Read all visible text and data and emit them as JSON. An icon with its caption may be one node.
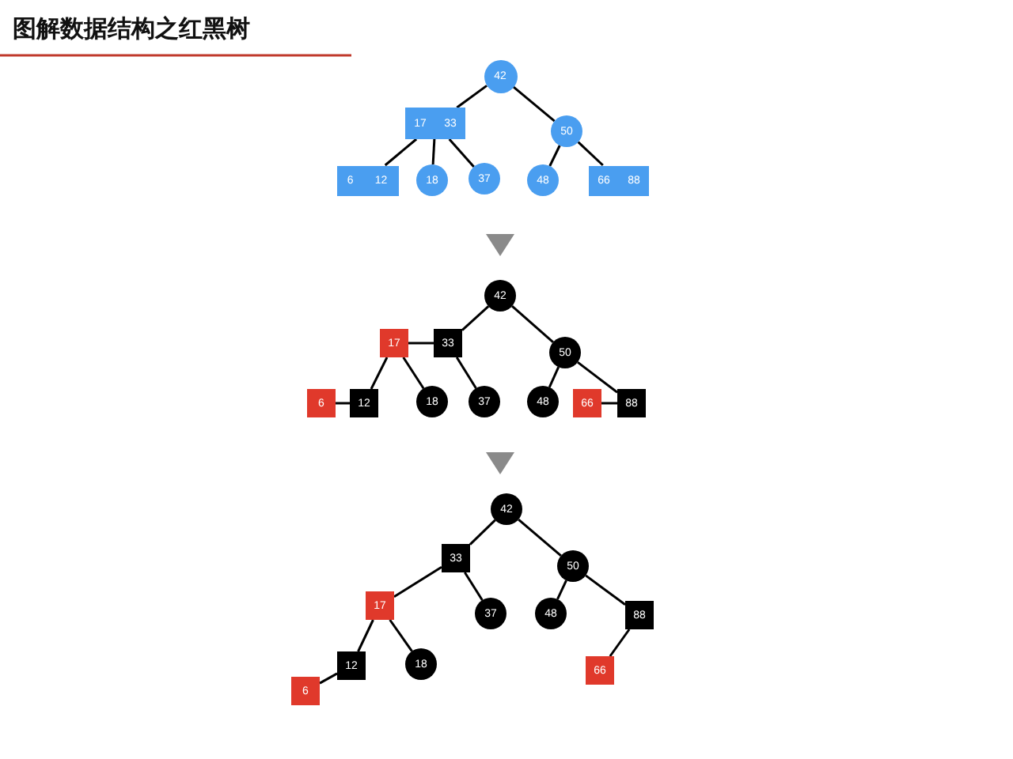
{
  "diagram": {
    "title": "图解数据结构之红黑树",
    "nodes": [
      {
        "text": [],
        "shape": "tree"
      },
      {
        "text": [
          "42"
        ],
        "in": 0
      },
      {
        "text": [
          "17",
          "33"
        ],
        "in": 0
      },
      {
        "text": [
          "50"
        ],
        "in": 0
      },
      {
        "text": [
          "6",
          "12"
        ],
        "in": 0
      },
      {
        "text": [
          "18"
        ],
        "in": 0
      },
      {
        "text": [
          "37"
        ],
        "in": 0
      },
      {
        "text": [
          "48"
        ],
        "in": 0
      },
      {
        "text": [
          "66",
          "88"
        ],
        "in": 0
      },
      {
        "text": [],
        "shape": "tree"
      },
      {
        "text": [
          "42"
        ],
        "in": 9
      },
      {
        "text": [
          "17"
        ],
        "in": 9
      },
      {
        "text": [
          "33"
        ],
        "in": 9
      },
      {
        "text": [
          "50"
        ],
        "in": 9
      },
      {
        "text": [
          "6"
        ],
        "in": 9
      },
      {
        "text": [
          "12"
        ],
        "in": 9
      },
      {
        "text": [
          "18"
        ],
        "in": 9
      },
      {
        "text": [
          "37"
        ],
        "in": 9
      },
      {
        "text": [
          "48"
        ],
        "in": 9
      },
      {
        "text": [
          "66"
        ],
        "in": 9
      },
      {
        "text": [
          "88"
        ],
        "in": 9
      },
      {
        "text": [],
        "shape": "tree"
      },
      {
        "text": [
          "42"
        ],
        "in": 21
      },
      {
        "text": [
          "33"
        ],
        "in": 21
      },
      {
        "text": [
          "50"
        ],
        "in": 21
      },
      {
        "text": [
          "17"
        ],
        "in": 21
      },
      {
        "text": [
          "37"
        ],
        "in": 21
      },
      {
        "text": [
          "48"
        ],
        "in": 21
      },
      {
        "text": [
          "88"
        ],
        "in": 21
      },
      {
        "text": [
          "12"
        ],
        "in": 21
      },
      {
        "text": [
          "18"
        ],
        "in": 21
      },
      {
        "text": [
          "6"
        ],
        "in": 21
      },
      {
        "text": [
          "66"
        ],
        "in": 21
      }
    ],
    "edges": [
      {
        "from": 1,
        "to": 2,
        "arrow": "none"
      },
      {
        "from": 1,
        "to": 3,
        "arrow": "none"
      },
      {
        "from": 2,
        "to": 4,
        "arrow": "none"
      },
      {
        "from": 2,
        "to": 5,
        "arrow": "none"
      },
      {
        "from": 2,
        "to": 6,
        "arrow": "none"
      },
      {
        "from": 3,
        "to": 7,
        "arrow": "none"
      },
      {
        "from": 3,
        "to": 8,
        "arrow": "none"
      },
      {
        "from": 10,
        "to": 12,
        "arrow": "none"
      },
      {
        "from": 10,
        "to": 13,
        "arrow": "none"
      },
      {
        "from": 11,
        "to": 12,
        "arrow": "none"
      },
      {
        "from": 11,
        "to": 15,
        "arrow": "none"
      },
      {
        "from": 11,
        "to": 16,
        "arrow": "none"
      },
      {
        "from": 12,
        "to": 17,
        "arrow": "none"
      },
      {
        "from": 13,
        "to": 18,
        "arrow": "none"
      },
      {
        "from": 13,
        "to": 20,
        "arrow": "none"
      },
      {
        "from": 14,
        "to": 15,
        "arrow": "none"
      },
      {
        "from": 19,
        "to": 20,
        "arrow": "none"
      },
      {
        "from": 22,
        "to": 23,
        "arrow": "none"
      },
      {
        "from": 22,
        "to": 24,
        "arrow": "none"
      },
      {
        "from": 23,
        "to": 25,
        "arrow": "none"
      },
      {
        "from": 23,
        "to": 26,
        "arrow": "none"
      },
      {
        "from": 24,
        "to": 27,
        "arrow": "none"
      },
      {
        "from": 24,
        "to": 28,
        "arrow": "none"
      },
      {
        "from": 25,
        "to": 29,
        "arrow": "none"
      },
      {
        "from": 25,
        "to": 30,
        "arrow": "none"
      },
      {
        "from": 29,
        "to": 31,
        "arrow": "none"
      },
      {
        "from": 28,
        "to": 32,
        "arrow": "none"
      },
      {
        "from": 0,
        "to": 9,
        "arrow": "to"
      },
      {
        "from": 9,
        "to": 21,
        "arrow": "to"
      }
    ]
  }
}
